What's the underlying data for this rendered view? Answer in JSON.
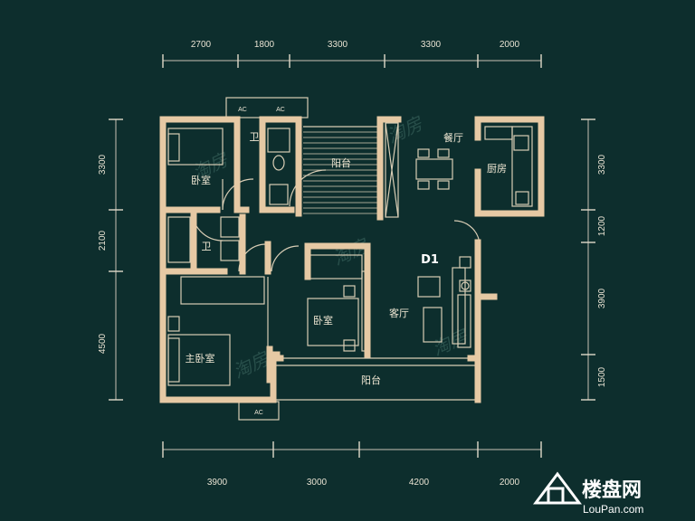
{
  "unit_label": "D1",
  "rooms": {
    "bedroom_nw": "卧室",
    "bath_top": "卫",
    "balcony_top": "阳台",
    "dining": "餐厅",
    "kitchen": "厨房",
    "bath_mid": "卫",
    "bedroom_mid": "卧室",
    "living": "客厅",
    "master_bedroom": "主卧室",
    "balcony_bottom": "阳台"
  },
  "ac_labels": {
    "top_left": "AC",
    "top_right": "AC",
    "bottom": "AC"
  },
  "dimensions": {
    "top": [
      "2700",
      "1800",
      "3300",
      "3300",
      "2000"
    ],
    "bottom": [
      "3900",
      "3000",
      "4200",
      "2000"
    ],
    "left": [
      "3300",
      "2100",
      "4500"
    ],
    "right": [
      "3300",
      "1200",
      "3900",
      "1500"
    ]
  },
  "watermark_text": "淘房",
  "brand": {
    "name_cn": "楼盘网",
    "domain": "LouPan.com"
  },
  "colors": {
    "background": "#0d2e2d",
    "walls": "#e6c9a4",
    "lines": "#d8cdb5",
    "text": "#f1e8d4"
  }
}
